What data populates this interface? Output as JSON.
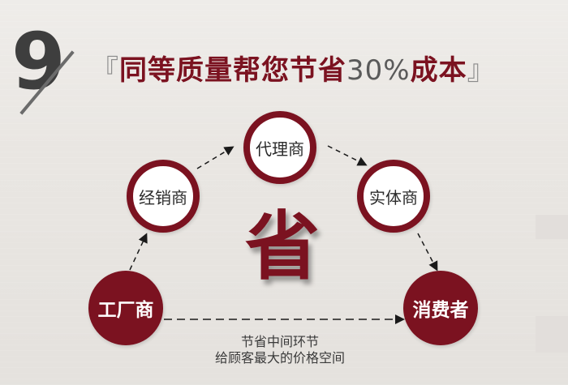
{
  "header": {
    "number": "9",
    "title_open_bracket": "『",
    "title_main": "同等质量帮您节省",
    "title_percent": "30%",
    "title_tail": "成本",
    "title_close_bracket": "』"
  },
  "diagram": {
    "center_char": "省",
    "nodes": [
      {
        "id": "factory",
        "label": "工厂商",
        "style": "filled"
      },
      {
        "id": "distributor",
        "label": "经销商",
        "style": "ring"
      },
      {
        "id": "agent",
        "label": "代理商",
        "style": "ring"
      },
      {
        "id": "retailer",
        "label": "实体商",
        "style": "ring"
      },
      {
        "id": "consumer",
        "label": "消费者",
        "style": "filled"
      }
    ],
    "caption_line1": "节省中间环节",
    "caption_line2": "给顾客最大的价格空间"
  },
  "colors": {
    "accent": "#7b1220",
    "number": "#3e3e3e",
    "background": "#e9e6e2"
  }
}
